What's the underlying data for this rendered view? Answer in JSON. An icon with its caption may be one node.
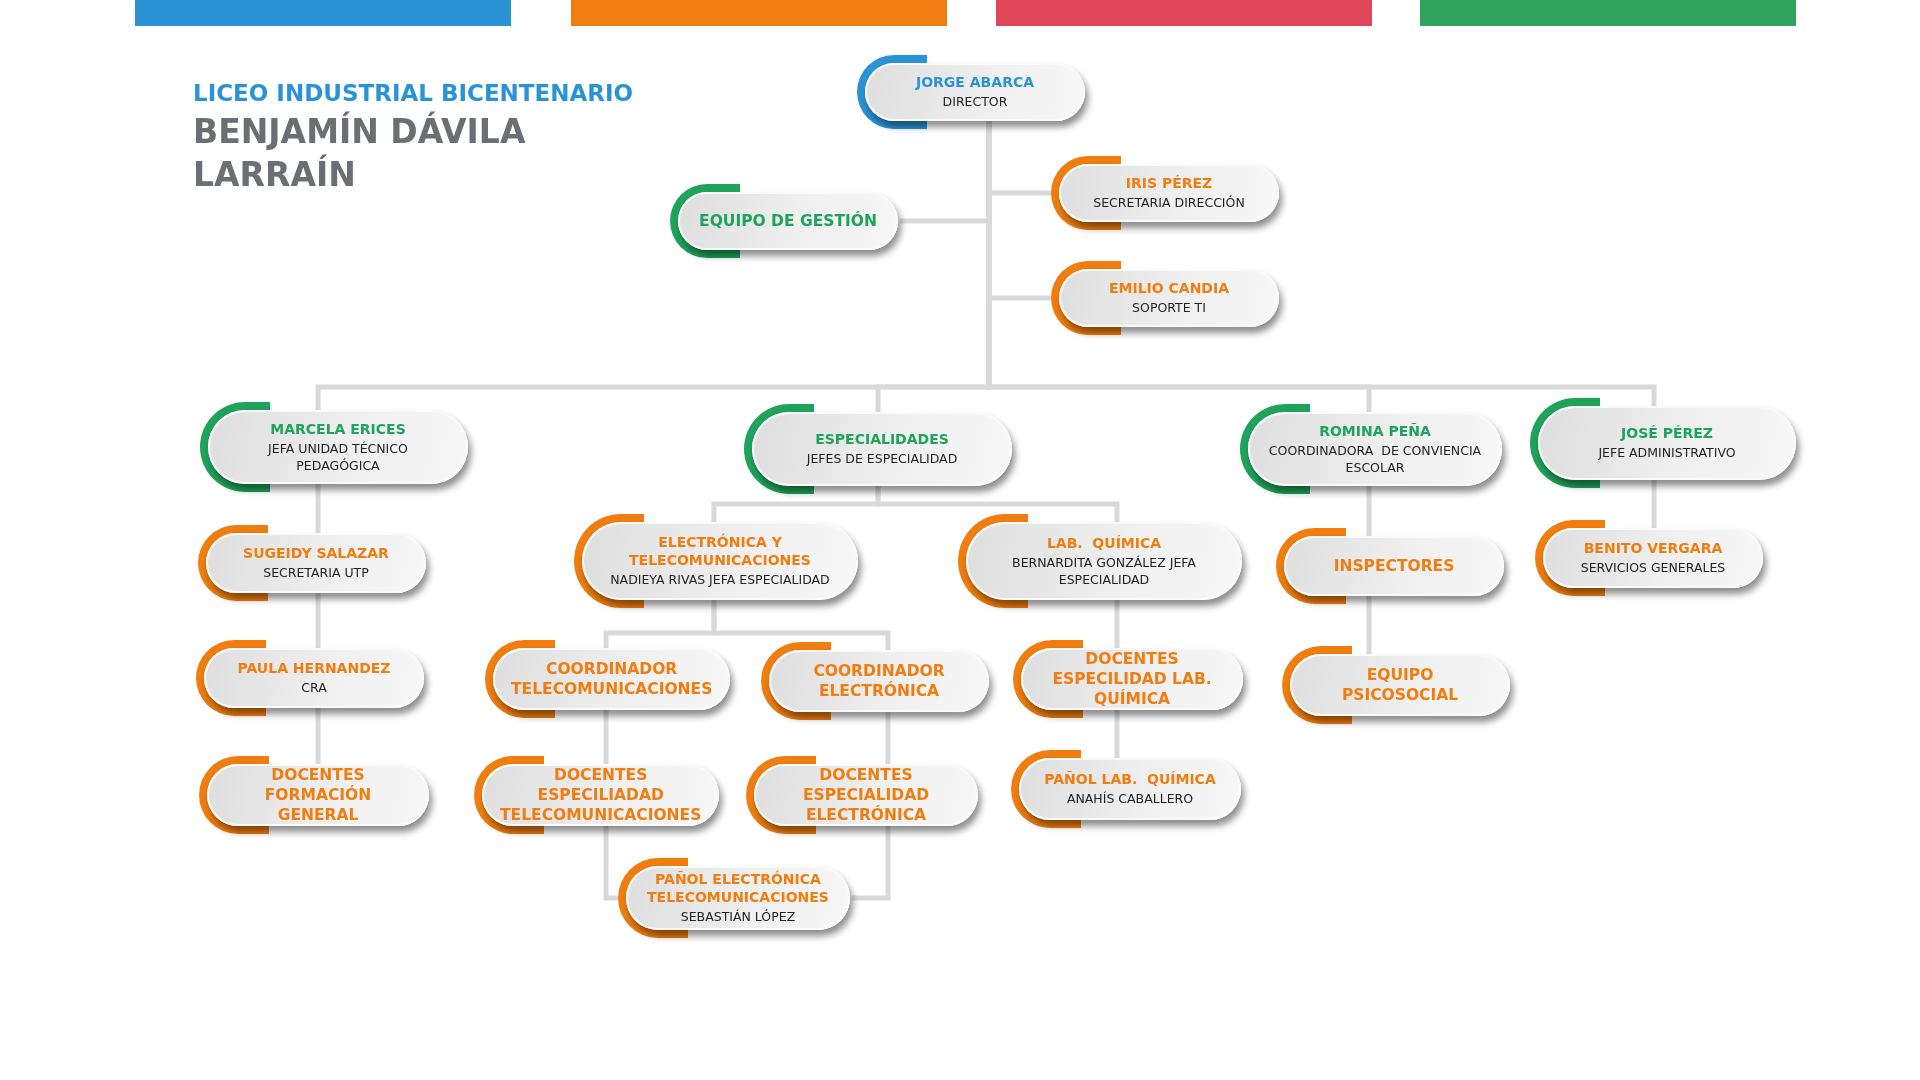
{
  "diagram": {
    "nodes": [
      {
        "text": [
          "JORGE ABARCA",
          "DIRECTOR"
        ]
      },
      {
        "text": [
          "EQUIPO DE GESTIÓN"
        ]
      },
      {
        "text": [
          "IRIS PÉREZ",
          "SECRETARIA DIRECCIÓN"
        ]
      },
      {
        "text": [
          "EMILIO CANDIA",
          "SOPORTE TI"
        ]
      },
      {
        "text": [
          "MARCELA ERICES",
          "JEFA UNIDAD TÉCNICO PEDAGÓGICA"
        ]
      },
      {
        "text": [
          "ESPECIALIDADES",
          "JEFES DE ESPECIALIDAD"
        ]
      },
      {
        "text": [
          "ROMINA PEÑA",
          "COORDINADORA  DE CONVIENCIA ESCOLAR"
        ]
      },
      {
        "text": [
          "JOSÉ PÉREZ",
          "JEFE ADMINISTRATIVO"
        ]
      },
      {
        "text": [
          "SUGEIDY SALAZAR",
          "SECRETARIA UTP"
        ]
      },
      {
        "text": [
          "ELECTRÓNICA Y TELECOMUNICACIONES",
          "NADIEYA RIVAS JEFA ESPECIALIDAD"
        ]
      },
      {
        "text": [
          "LAB.  QUÍMICA",
          "BERNARDITA GONZÁLEZ JEFA ESPECIALIDAD"
        ]
      },
      {
        "text": [
          "INSPECTORES"
        ]
      },
      {
        "text": [
          "BENITO VERGARA",
          "SERVICIOS GENERALES"
        ]
      },
      {
        "text": [
          "PAULA HERNANDEZ",
          "CRA"
        ]
      },
      {
        "text": [
          "COORDINADOR TELECOMUNICACIONES"
        ]
      },
      {
        "text": [
          "COORDINADOR ELECTRÓNICA"
        ]
      },
      {
        "text": [
          "DOCENTES ESPECILIDAD LAB.  QUÍMICA"
        ]
      },
      {
        "text": [
          "EQUIPO PSICOSOCIAL"
        ]
      },
      {
        "text": [
          "DOCENTES FORMACIÓN GENERAL"
        ]
      },
      {
        "text": [
          "DOCENTES ESPECILIADAD TELECOMUNICACIONES"
        ]
      },
      {
        "text": [
          "DOCENTES ESPECIALIDAD ELECTRÓNICA"
        ]
      },
      {
        "text": [
          "PAÑOL LAB.  QUÍMICA",
          "ANAHÍS CABALLERO"
        ]
      },
      {
        "text": [
          "PAÑOL ELECTRÓNICA TELECOMUNICACIONES",
          "SEBASTIÁN LÓPEZ"
        ]
      }
    ],
    "edges": [
      {
        "from": 0,
        "to": 1,
        "arrow": "none"
      },
      {
        "from": 0,
        "to": 2,
        "arrow": "none"
      },
      {
        "from": 0,
        "to": 3,
        "arrow": "none"
      },
      {
        "from": 0,
        "to": 4,
        "arrow": "none"
      },
      {
        "from": 0,
        "to": 5,
        "arrow": "none"
      },
      {
        "from": 0,
        "to": 6,
        "arrow": "none"
      },
      {
        "from": 0,
        "to": 7,
        "arrow": "none"
      },
      {
        "from": 4,
        "to": 8,
        "arrow": "none"
      },
      {
        "from": 8,
        "to": 13,
        "arrow": "none"
      },
      {
        "from": 13,
        "to": 18,
        "arrow": "none"
      },
      {
        "from": 5,
        "to": 9,
        "arrow": "none"
      },
      {
        "from": 5,
        "to": 10,
        "arrow": "none"
      },
      {
        "from": 9,
        "to": 14,
        "arrow": "none"
      },
      {
        "from": 9,
        "to": 15,
        "arrow": "none"
      },
      {
        "from": 14,
        "to": 19,
        "arrow": "none"
      },
      {
        "from": 15,
        "to": 20,
        "arrow": "none"
      },
      {
        "from": 19,
        "to": 22,
        "arrow": "none"
      },
      {
        "from": 20,
        "to": 22,
        "arrow": "none"
      },
      {
        "from": 10,
        "to": 16,
        "arrow": "none"
      },
      {
        "from": 16,
        "to": 21,
        "arrow": "none"
      },
      {
        "from": 6,
        "to": 11,
        "arrow": "none"
      },
      {
        "from": 11,
        "to": 17,
        "arrow": "none"
      },
      {
        "from": 7,
        "to": 12,
        "arrow": "none"
      }
    ],
    "labels": [
      "LICEO INDUSTRIAL BICENTENARIO",
      "BENJAMÍN DÁVILA LARRAÍN"
    ]
  }
}
